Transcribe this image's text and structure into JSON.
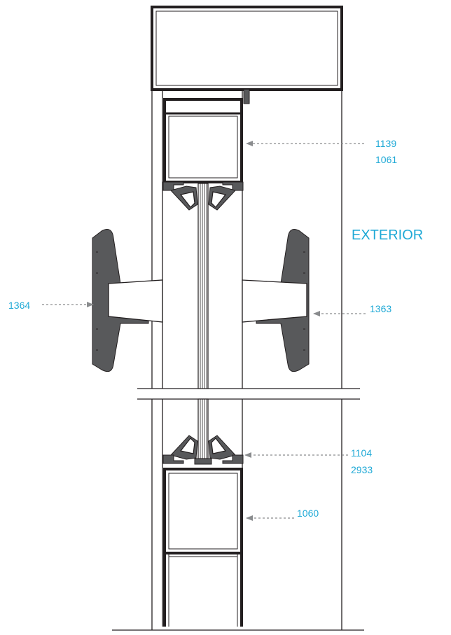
{
  "colors": {
    "label": "#1fa9d6",
    "leader": "#8a8c8e",
    "line": "#231f20",
    "aluminum": "#58595b"
  },
  "labels": {
    "exterior": "EXTERIOR",
    "callout_top_1": "1139",
    "callout_top_2": "1061",
    "callout_left": "1364",
    "callout_right": "1363",
    "callout_glazing_1": "1104",
    "callout_glazing_2": "2933",
    "callout_bottom": "1060"
  }
}
